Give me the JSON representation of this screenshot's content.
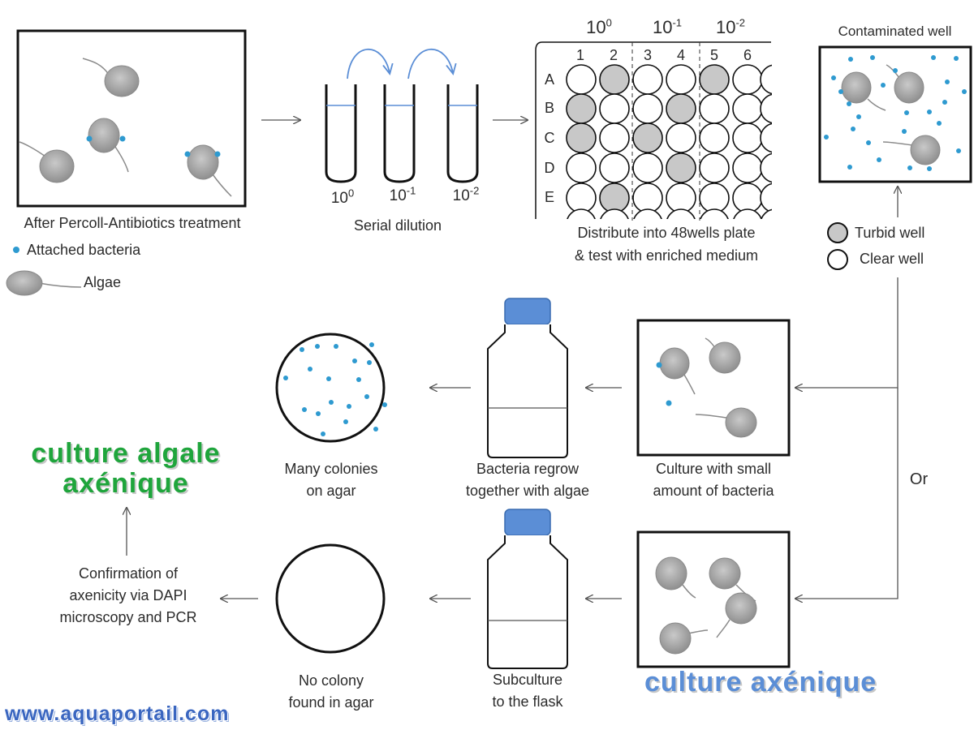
{
  "panel1": {
    "caption": "After Percoll-Antibiotics treatment",
    "legend_bacteria": "Attached bacteria",
    "legend_algae": "Algae"
  },
  "dilution": {
    "tube_labels": [
      {
        "base": "10",
        "exp": "0"
      },
      {
        "base": "10",
        "exp": "-1"
      },
      {
        "base": "10",
        "exp": "-2"
      }
    ],
    "caption": "Serial dilution"
  },
  "plate": {
    "dilution_headers": [
      {
        "base": "10",
        "exp": "0"
      },
      {
        "base": "10",
        "exp": "-1"
      },
      {
        "base": "10",
        "exp": "-2"
      }
    ],
    "columns": [
      "1",
      "2",
      "3",
      "4",
      "5",
      "6"
    ],
    "rows": [
      "A",
      "B",
      "C",
      "D",
      "E"
    ],
    "turbid_wells": {
      "A": [
        2,
        5
      ],
      "B": [
        1,
        4
      ],
      "C": [
        1,
        3
      ],
      "D": [
        4
      ],
      "E": [
        2
      ]
    },
    "caption_line1": "Distribute into 48wells plate",
    "caption_line2": "& test with enriched medium"
  },
  "contaminated": {
    "title": "Contaminated well",
    "legend_turbid": "Turbid well",
    "legend_clear": "Clear well"
  },
  "upper_path": {
    "culture_line1": "Culture with small",
    "culture_line2": "amount of bacteria",
    "regrow_line1": "Bacteria regrow",
    "regrow_line2": "together with algae",
    "colonies_line1": "Many colonies",
    "colonies_line2": "on agar"
  },
  "or_label": "Or",
  "lower_path": {
    "subculture_line1": "Subculture",
    "subculture_line2": "to the flask",
    "nocolony_line1": "No colony",
    "nocolony_line2": "found in agar",
    "confirm_line1": "Confirmation of",
    "confirm_line2": "axenicity via DAPI",
    "confirm_line3": "microscopy and PCR"
  },
  "overlay": {
    "green_line1": "culture algale",
    "green_line2": "axénique",
    "blue_label": "culture axénique",
    "watermark": "www.aquaportail.com"
  },
  "colors": {
    "bacteria": "#2e9ad0",
    "algae": "#a8a8a8",
    "turbid": "#c8c8c8",
    "arrow_curve": "#5b8ed6",
    "cap": "#5b8ed6",
    "green_text": "#1fa53c",
    "blue_text": "#5b8ed6"
  }
}
